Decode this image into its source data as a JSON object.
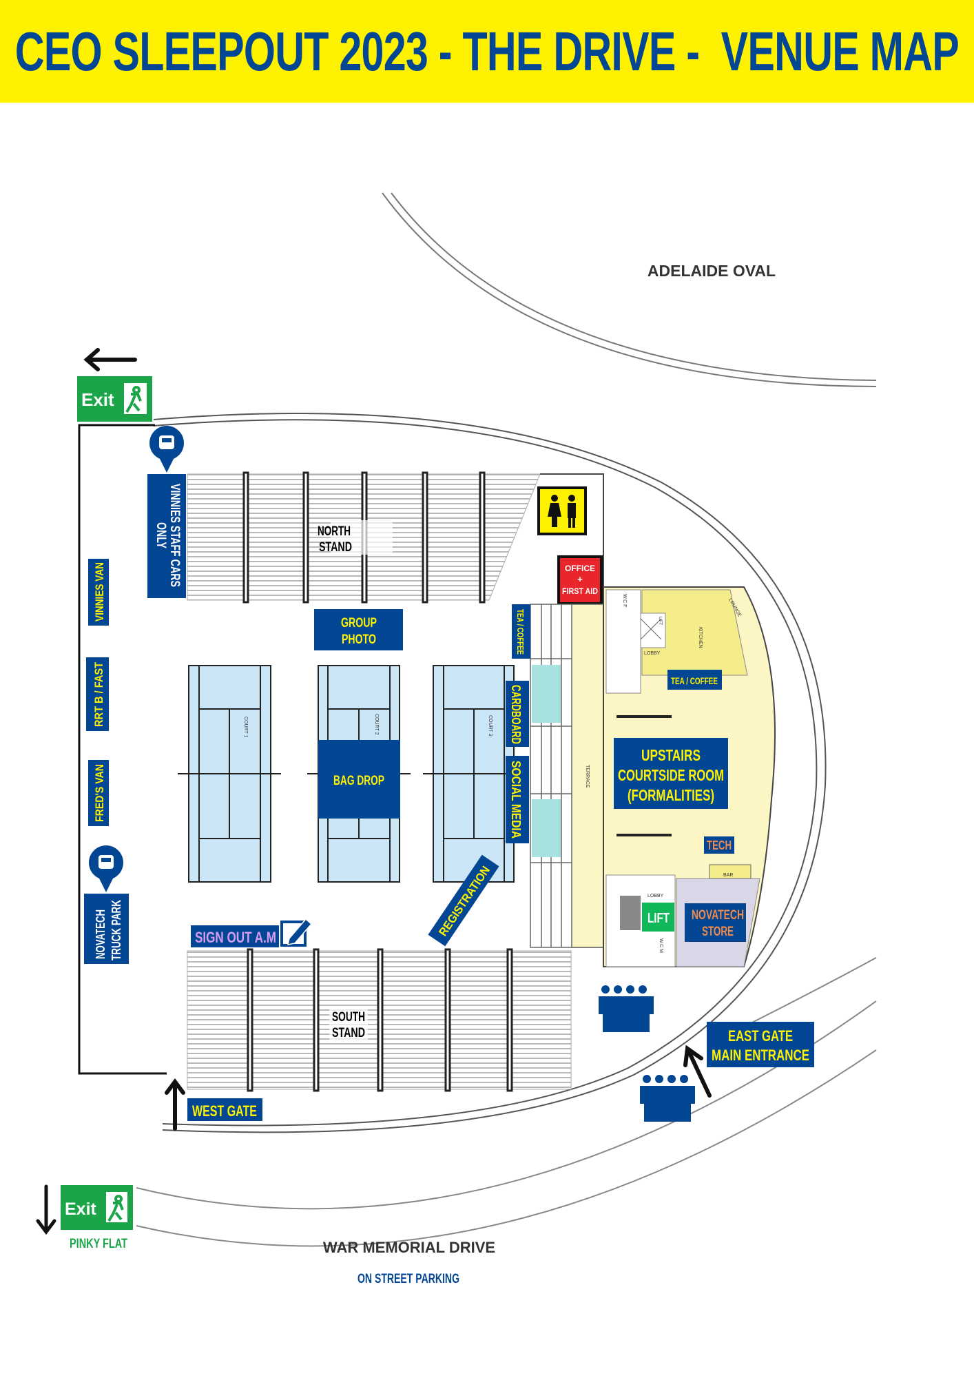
{
  "header": {
    "title": "CEO SLEEPOUT 2023 - THE DRIVE -  VENUE MAP"
  },
  "colors": {
    "header_bg": "#fff200",
    "label_bg": "#034694",
    "label_text": "#fff200",
    "exit_green": "#1ba548",
    "first_aid_red": "#e8262b",
    "building_yellow": "#fbf6c4",
    "court_blue": "#cbe6f6",
    "store_lavender": "#d9d6e8",
    "tech_orange": "#f28a4a",
    "sign_out_purple": "#d69cf2"
  },
  "map": {
    "adelaide_oval": "ADELAIDE OVAL",
    "exit_label": "Exit",
    "vinnies_staff_cars": [
      "VINNIES STAFF CARS",
      "ONLY"
    ],
    "north_stand": [
      "NORTH",
      "STAND"
    ],
    "south_stand": [
      "SOUTH",
      "STAND"
    ],
    "office_first_aid": [
      "OFFICE",
      "+",
      "FIRST AID"
    ],
    "group_photo": [
      "GROUP",
      "PHOTO"
    ],
    "bag_drop": "BAG DROP",
    "courts": [
      "COURT 1",
      "COURT 2",
      "COURT 3"
    ],
    "tea_coffee_terrace": "TEA / COFFEE",
    "cardboard": "CARDBOARD",
    "social_media": "SOCIAL MEDIA",
    "terrace": "TERRACE",
    "tea_coffee_room": "TEA / COFFEE",
    "upstairs": [
      "UPSTAIRS",
      "COURTSIDE ROOM",
      "(FORMALITIES)"
    ],
    "tech": "TECH",
    "lift": "LIFT",
    "novatech_store": [
      "NOVATECH",
      "STORE"
    ],
    "registration": "REGISTRATION",
    "sign_out": "SIGN OUT A.M",
    "west_gate": "WEST GATE",
    "east_gate": [
      "EAST GATE",
      "MAIN ENTRANCE"
    ],
    "vinnies_van": "VINNIES VAN",
    "rrt_bfast": "RRT B / FAST",
    "freds_van": "FRED'S VAN",
    "novatech_truck_park": [
      "NOVATECH",
      "TRUCK PARK"
    ],
    "pinky_flat": "PINKY FLAT",
    "war_memorial_drive": "WAR MEMORIAL DRIVE",
    "on_street_parking": "ON STREET PARKING",
    "small_rooms": [
      "KITCHEN",
      "LOUNGE",
      "LOBBY",
      "LIFT",
      "BAR",
      "LOBBY",
      "W.C M",
      "W.C F"
    ]
  }
}
